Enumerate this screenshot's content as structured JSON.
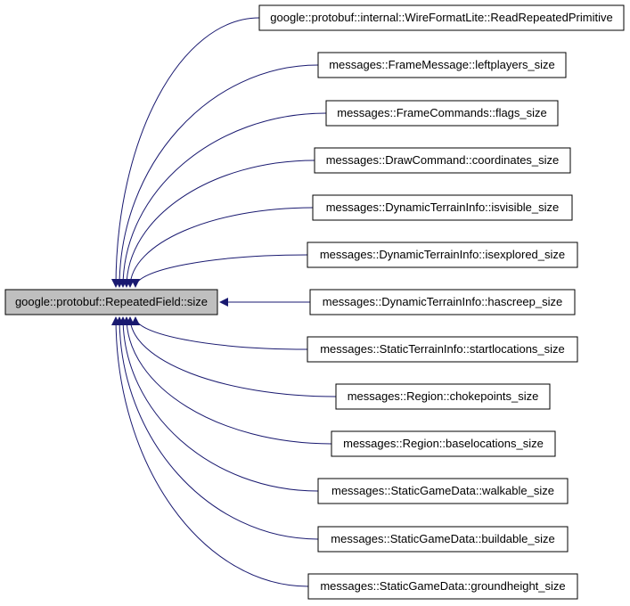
{
  "graph": {
    "title": "Caller graph",
    "source": {
      "label": "google::protobuf::RepeatedField::size",
      "fill": "#bfbfbf"
    },
    "callers": [
      {
        "label": "google::protobuf::internal::WireFormatLite::ReadRepeatedPrimitive"
      },
      {
        "label": "messages::FrameMessage::leftplayers_size"
      },
      {
        "label": "messages::FrameCommands::flags_size"
      },
      {
        "label": "messages::DrawCommand::coordinates_size"
      },
      {
        "label": "messages::DynamicTerrainInfo::isvisible_size"
      },
      {
        "label": "messages::DynamicTerrainInfo::isexplored_size"
      },
      {
        "label": "messages::DynamicTerrainInfo::hascreep_size"
      },
      {
        "label": "messages::StaticTerrainInfo::startlocations_size"
      },
      {
        "label": "messages::Region::chokepoints_size"
      },
      {
        "label": "messages::Region::baselocations_size"
      },
      {
        "label": "messages::StaticGameData::walkable_size"
      },
      {
        "label": "messages::StaticGameData::buildable_size"
      },
      {
        "label": "messages::StaticGameData::groundheight_size"
      }
    ],
    "colors": {
      "edge": "#191970",
      "node_border": "#000000",
      "node_fill": "#ffffff"
    }
  }
}
